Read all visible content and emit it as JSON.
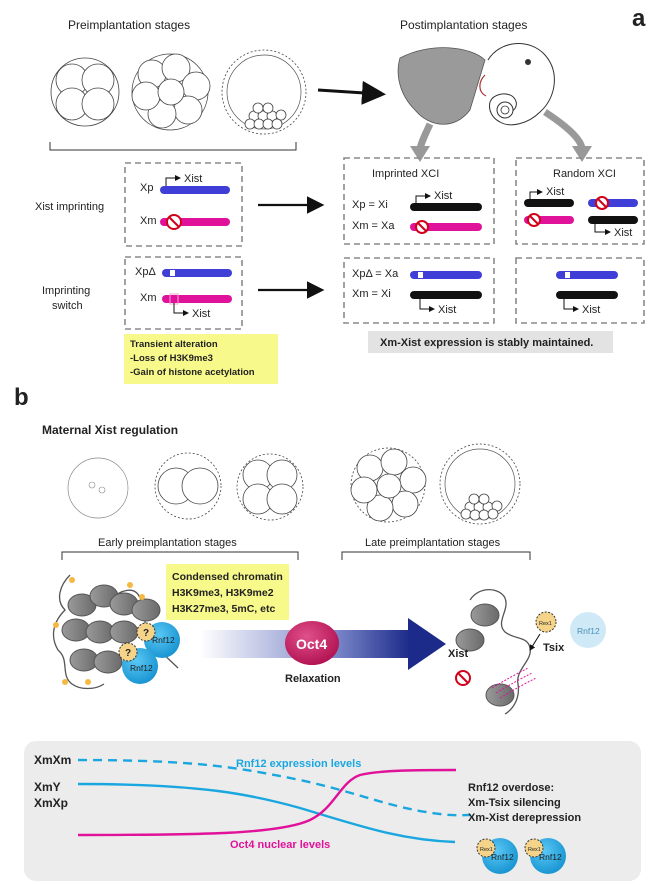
{
  "panel_a": {
    "letter": "a",
    "pre_label": "Preimplantation stages",
    "post_label": "Postimplantation stages",
    "xist_imprinting_label": "Xist imprinting",
    "imprinting_switch_label_1": "Imprinting",
    "imprinting_switch_label_2": "switch",
    "imprinted_xci_title": "Imprinted XCI",
    "random_xci_title": "Random XCI",
    "xp": "Xp",
    "xm": "Xm",
    "xp_delta": "XpΔ",
    "xist": "Xist",
    "xp_eq_xi": "Xp = Xi",
    "xm_eq_xa": "Xm = Xa",
    "xpdelta_eq_xa": "XpΔ = Xa",
    "xm_eq_xi": "Xm = Xi",
    "transient_lines": [
      "Transient alteration",
      "-Loss of H3K9me3",
      "-Gain of histone acetylation"
    ],
    "stable_note": "Xm-Xist expression is stably maintained."
  },
  "panel_b": {
    "letter": "b",
    "title": "Maternal Xist regulation",
    "early_label": "Early preimplantation stages",
    "late_label": "Late preimplantation stages",
    "condensed_lines": [
      "Condensed chromatin",
      "H3K9me3, H3K9me2",
      "H3K27me3, 5mC, etc"
    ],
    "oct4": "Oct4",
    "relaxation": "Relaxation",
    "xist": "Xist",
    "tsix": "Tsix",
    "rnf12": "Rnf12",
    "question": "?",
    "rex1": "Rex1"
  },
  "graph": {
    "xmxm": "XmXm",
    "xmy": "XmY",
    "xmxp": "XmXp",
    "rnf12_levels": "Rnf12 expression levels",
    "oct4_levels": "Oct4 nuclear levels",
    "overdose_lines": [
      "Rnf12 overdose:",
      "Xm-Tsix silencing",
      "Xm-Xist derepression"
    ]
  },
  "colors": {
    "blue": "#3f3fd8",
    "magenta": "#e0129a",
    "cyan": "#1aa7e0",
    "yellow": "#f7f98a",
    "panel_gray": "#ececec",
    "oct4_fill": "#c8175f",
    "arrow_navy": "#1c2a8a"
  }
}
